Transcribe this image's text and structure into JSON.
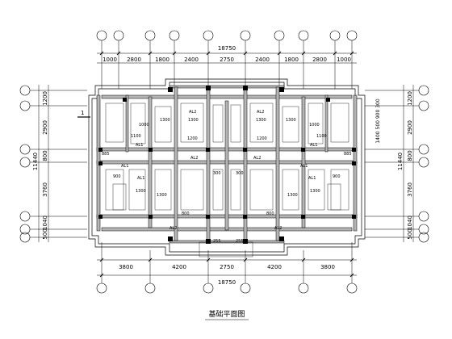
{
  "drawing": {
    "title": "基础平面图",
    "marker": "1"
  },
  "dimensions": {
    "top_overall": "18750",
    "top_segments": [
      "1000",
      "2800",
      "1800",
      "2400",
      "2750",
      "2400",
      "1800",
      "2800",
      "1000"
    ],
    "bottom_segments": [
      "3800",
      "4200",
      "2750",
      "4200",
      "3800"
    ],
    "bottom_overall": "18750",
    "left_segments": [
      "1200",
      "2900",
      "800",
      "3760",
      "1040",
      "500"
    ],
    "left_overall": "11440",
    "right_segments": [
      "1200",
      "2900",
      "800",
      "3760",
      "1040",
      "500"
    ],
    "right_overall": "11440",
    "right_stacked": "1400  500 900 300"
  },
  "beam_labels": [
    "AL1",
    "AL2",
    "AL2",
    "AL1",
    "AL1",
    "AL2",
    "AL2",
    "AL1",
    "AL1",
    "AL1",
    "AL2",
    "AL2"
  ],
  "interior_dims": [
    "1300",
    "1300",
    "1300",
    "1300",
    "900",
    "900",
    "1000",
    "1000",
    "885",
    "885",
    "1100",
    "1100",
    "1300",
    "1300",
    "300",
    "300",
    "800",
    "800",
    "1200",
    "1200",
    "255",
    "255",
    "1300",
    "1300"
  ],
  "colors": {
    "line": "#000000",
    "wall_fill": "#b5b5b5",
    "background": "#ffffff"
  }
}
